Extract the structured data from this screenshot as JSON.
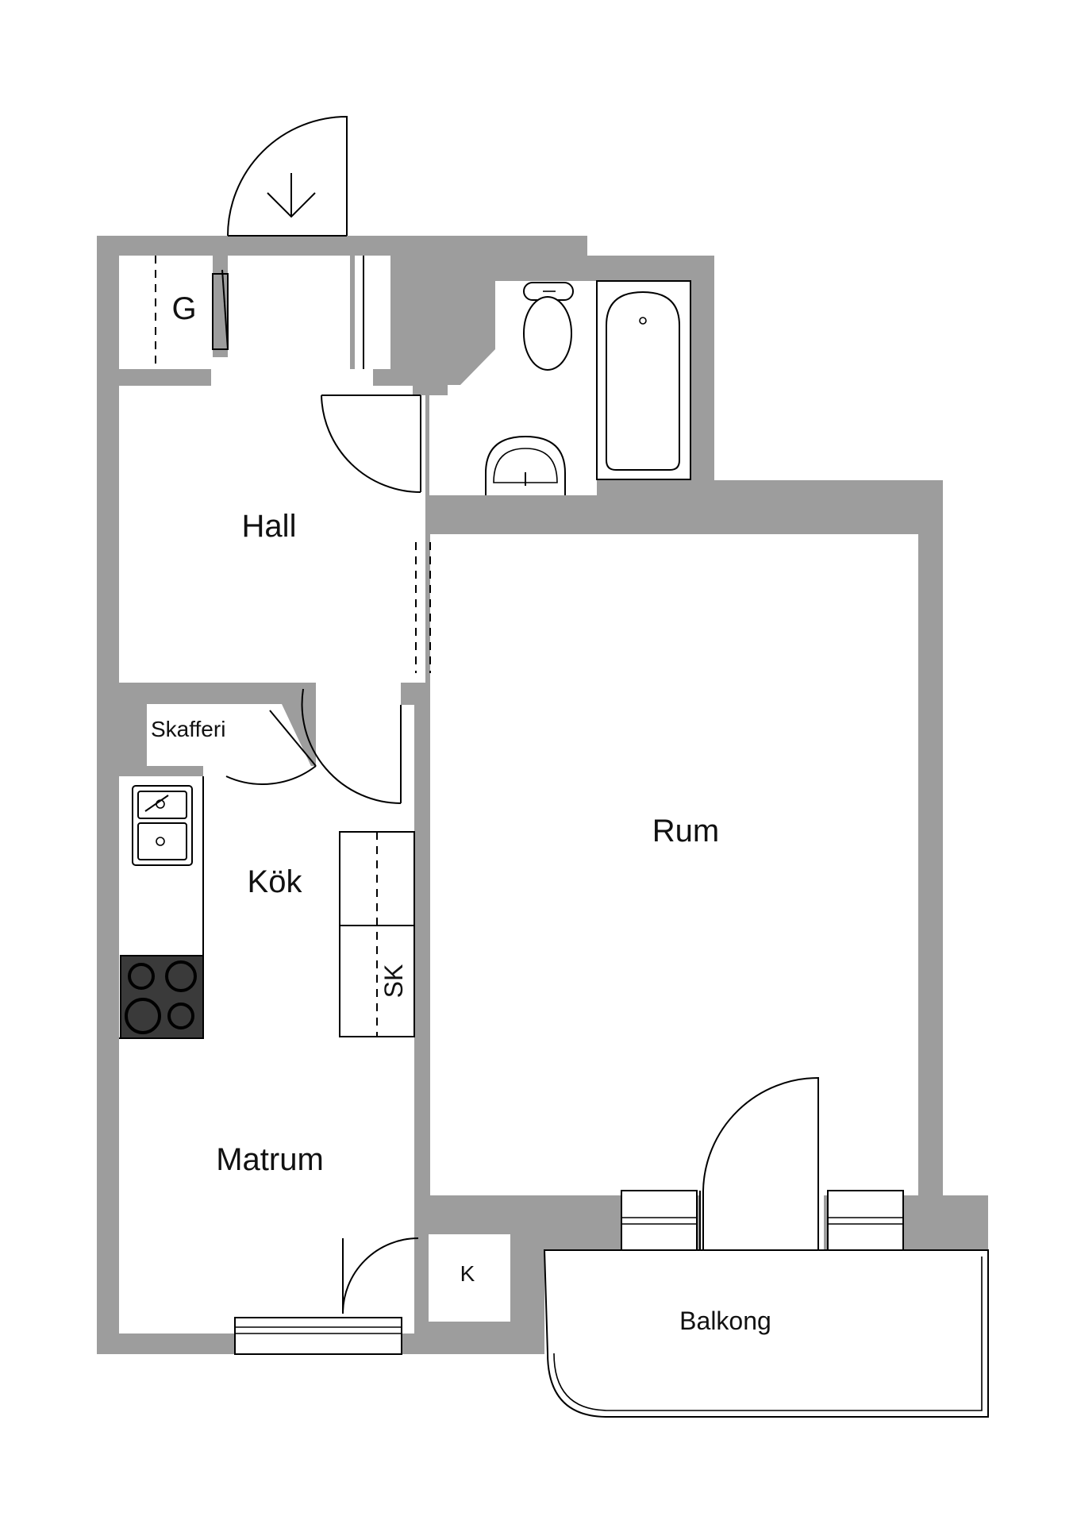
{
  "floorplan": {
    "rooms": {
      "hall": "Hall",
      "rum": "Rum",
      "kok": "Kök",
      "matrum": "Matrum",
      "skafferi": "Skafferi",
      "balkong": "Balkong",
      "g": "G",
      "k": "K",
      "sk": "SK"
    },
    "colors": {
      "wall": "#9d9d9d",
      "line": "#000000",
      "background": "#ffffff",
      "stove": "#3a3a3a"
    },
    "icons": [
      "entrance-arrow-icon",
      "door-swing-icon",
      "toilet-icon",
      "bathtub-icon",
      "washbasin-icon",
      "sink-icon",
      "stove-icon",
      "window-icon"
    ]
  }
}
